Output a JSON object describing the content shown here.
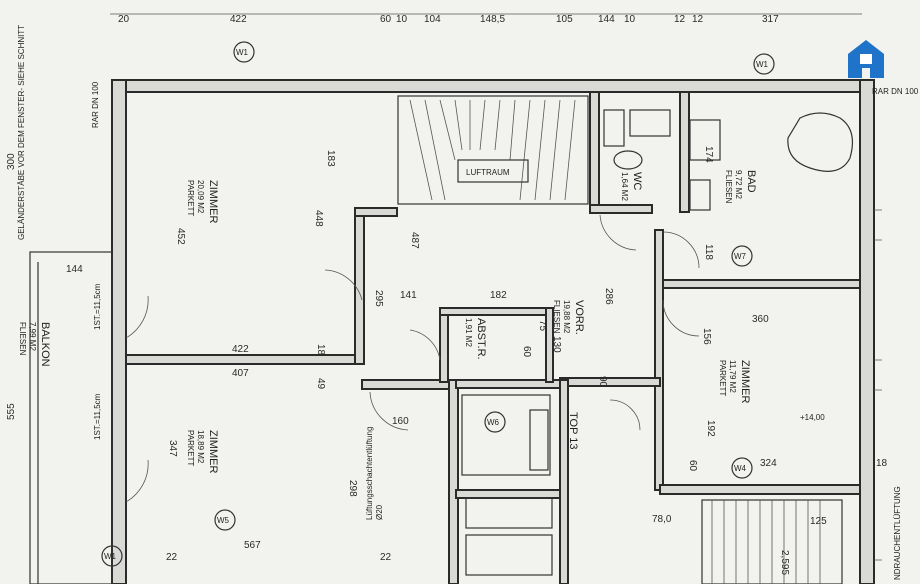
{
  "colors": {
    "logo": "#1f73c8",
    "ink": "#222222",
    "wall_fill": "#d9d9d6"
  },
  "icons": {
    "logo": "house-logo-icon"
  },
  "rooms": [
    {
      "key": "z1",
      "name": "ZIMMER",
      "area": "20,09 M2",
      "floor": "PARKETT"
    },
    {
      "key": "z2",
      "name": "ZIMMER",
      "area": "18,89 M2",
      "floor": "PARKETT"
    },
    {
      "key": "z3",
      "name": "ZIMMER",
      "area": "11,79 M2",
      "floor": "PARKETT"
    },
    {
      "key": "bad",
      "name": "BAD",
      "area": "9,72 M2",
      "floor": "FLIESEN"
    },
    {
      "key": "wc",
      "name": "WC",
      "area": "1,64 M2",
      "floor": ""
    },
    {
      "key": "vorr",
      "name": "VORR.",
      "area": "19,88 M2",
      "floor": "FLIESEN"
    },
    {
      "key": "abst",
      "name": "ABST.R.",
      "area": "1,91 M2",
      "floor": ""
    },
    {
      "key": "balkon",
      "name": "BALKON",
      "area": "7,99 M2",
      "floor": "FLIESEN"
    }
  ],
  "labels": {
    "luftraum": "LUFTRAUM",
    "top": "TOP 13",
    "entlueftung": "NDRAUCHENTLÜFTUNG",
    "schacht": "Lüftungsschachtentlüftung",
    "schacht_d": "Ø20",
    "rar1": "RAR DN 100",
    "rar2": "RAR DN 100",
    "gelaender": "GELÄNDERSTÄBE VOR DEM FENSTER- SIEHE SCHNITT",
    "level": "+14,00",
    "ist1": "1ST.=11,5cm",
    "ist2": "1ST.=11,5cm"
  },
  "top_dims": [
    "20",
    "422",
    "60",
    "10",
    "104",
    "148,5",
    "105",
    "144",
    "10",
    "12",
    "12",
    "317"
  ],
  "dims": [
    "452",
    "448",
    "183",
    "487",
    "295",
    "141",
    "182",
    "286",
    "156",
    "360",
    "422",
    "407",
    "347",
    "298",
    "567",
    "49",
    "18",
    "22",
    "22",
    "192",
    "324",
    "60",
    "78,0",
    "125",
    "2,595",
    "174",
    "118",
    "90",
    "75",
    "60",
    "130",
    "160",
    "555",
    "300",
    "144",
    "18"
  ],
  "marks": [
    "W1",
    "W1",
    "W5",
    "W6",
    "W7",
    "W4",
    "W1"
  ]
}
